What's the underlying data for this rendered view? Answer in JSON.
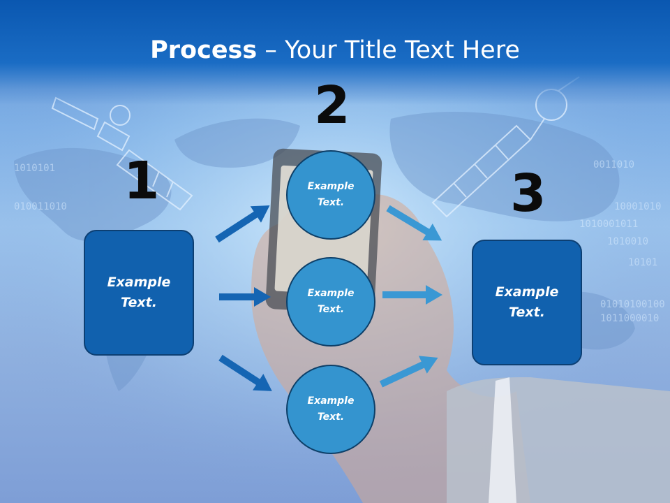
{
  "slide": {
    "title_bold": "Process",
    "title_rest": " – Your Title Text Here"
  },
  "steps": [
    {
      "number": "1",
      "text": "Example\nText."
    },
    {
      "number": "2",
      "nodes": [
        "Example\nText.",
        "Example\nText.",
        "Example\nText."
      ]
    },
    {
      "number": "3",
      "text": "Example\nText."
    }
  ],
  "colors": {
    "header": "#0a57b0",
    "box_fill": "#1161ae",
    "circle_fill": "#3494cf",
    "arrow_dark": "#1565b3",
    "arrow_light": "#3a98d4"
  }
}
